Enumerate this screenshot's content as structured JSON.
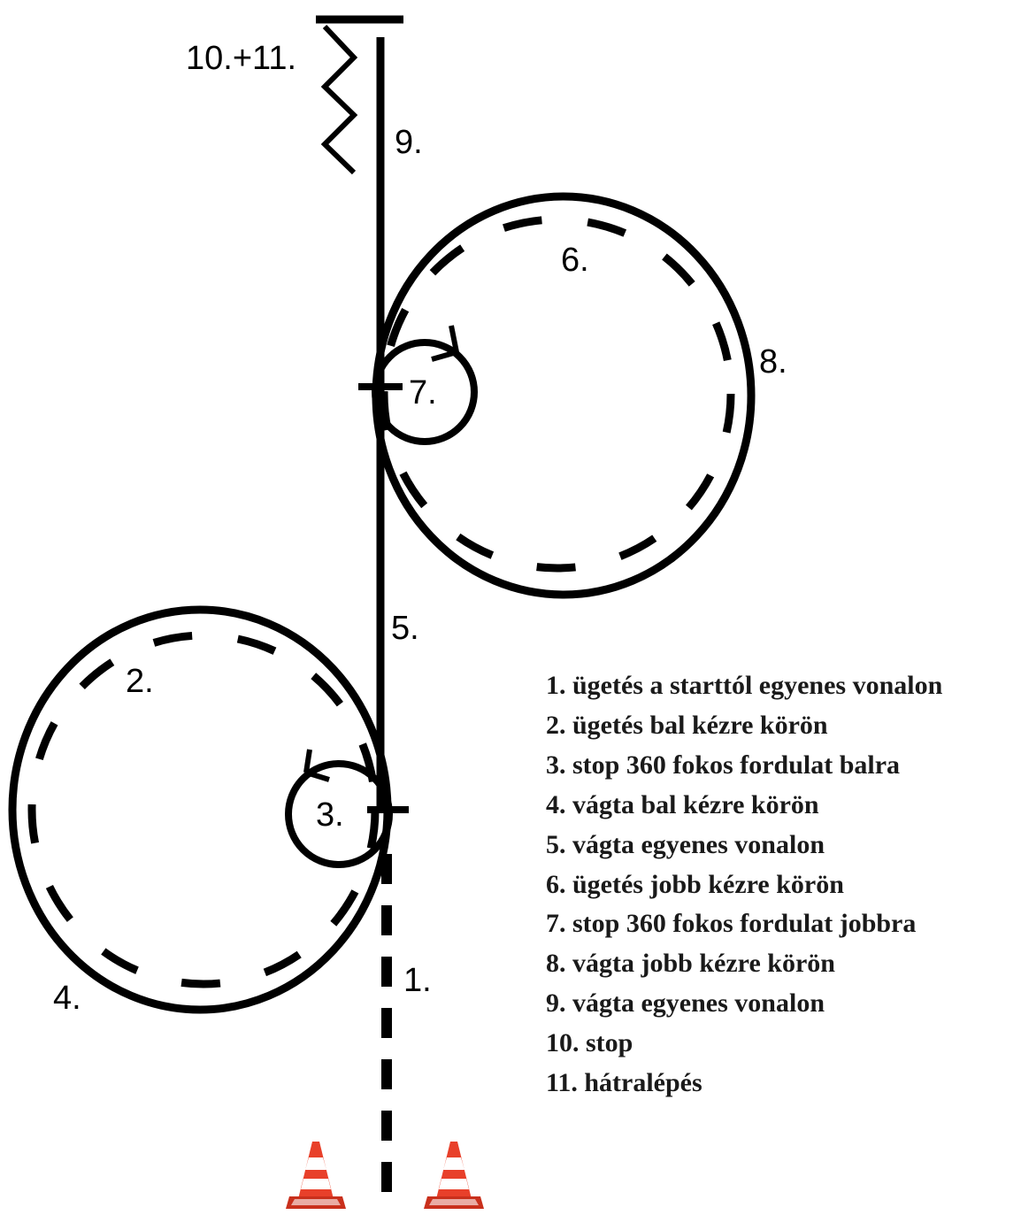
{
  "colors": {
    "line": "#000000",
    "cone_orange": "#e8402a",
    "cone_white": "#ffffff"
  },
  "icons": [
    "traffic-cone-icon",
    "traffic-cone-icon"
  ],
  "labels": {
    "n1": "1.",
    "n2": "2.",
    "n3": "3.",
    "n4": "4.",
    "n5": "5.",
    "n6": "6.",
    "n7": "7.",
    "n8": "8.",
    "n9": "9.",
    "n10_11": "10.+11."
  },
  "legend": [
    "1. ügetés a starttól egyenes vonalon",
    "2. ügetés bal kézre körön",
    "3. stop 360 fokos fordulat balra",
    "4. vágta bal kézre körön",
    "5. vágta egyenes vonalon",
    "6. ügetés jobb kézre körön",
    "7. stop 360 fokos fordulat jobbra",
    "8. vágta jobb kézre körön",
    "9. vágta egyenes vonalon",
    "10. stop",
    "11. hátralépés"
  ]
}
